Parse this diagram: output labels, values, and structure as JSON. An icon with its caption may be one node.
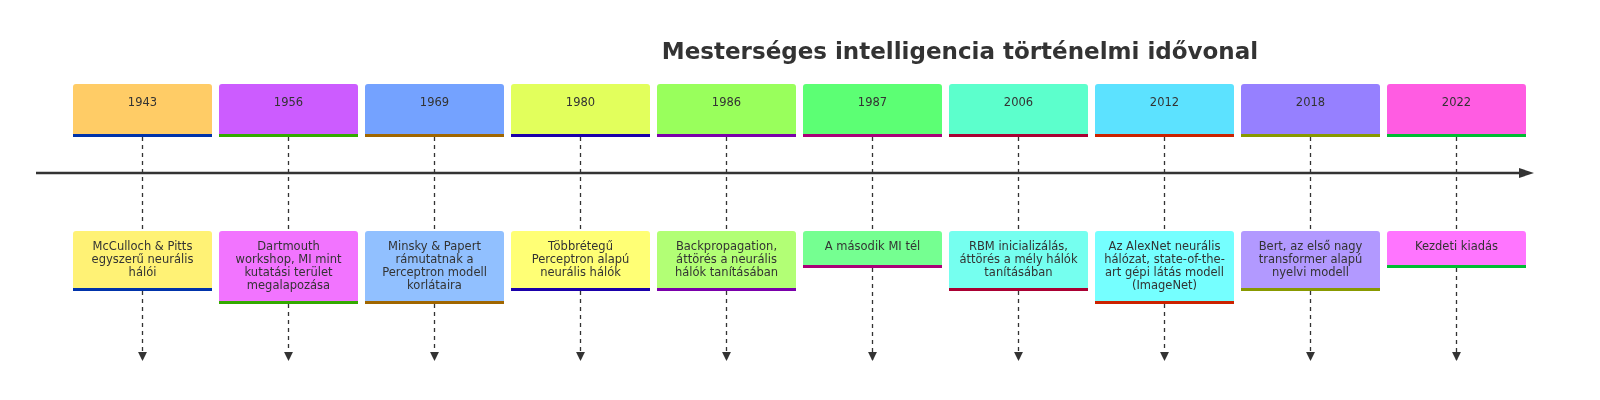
{
  "diagram": {
    "title": "Mesterséges intelligencia történelmi idővonal",
    "nodes": [
      {
        "text": [
          "1943"
        ]
      },
      {
        "text": [
          "1956"
        ]
      },
      {
        "text": [
          "1969"
        ]
      },
      {
        "text": [
          "1980"
        ]
      },
      {
        "text": [
          "1986"
        ]
      },
      {
        "text": [
          "1987"
        ]
      },
      {
        "text": [
          "2006"
        ]
      },
      {
        "text": [
          "2012"
        ]
      },
      {
        "text": [
          "2018"
        ]
      },
      {
        "text": [
          "2022"
        ]
      },
      {
        "text": [
          "McCulloch & Pitts egyszerű neurális hálói"
        ]
      },
      {
        "text": [
          "Dartmouth workshop, MI mint kutatási terület megalapozása"
        ]
      },
      {
        "text": [
          "Minsky & Papert rámutatnak a Perceptron modell korlátaira"
        ]
      },
      {
        "text": [
          "Többrétegű Perceptron alapú neurális hálók"
        ]
      },
      {
        "text": [
          "Backpropagation, áttörés a neurális hálók tanításában"
        ]
      },
      {
        "text": [
          "A második MI tél"
        ]
      },
      {
        "text": [
          "RBM inicializálás, áttörés a mély hálók tanításában"
        ]
      },
      {
        "text": [
          "Az AlexNet neurális hálózat, state-of-the-art gépi látás modell (ImageNet)"
        ]
      },
      {
        "text": [
          "Bert, az első nagy transformer alapú nyelvi modell"
        ]
      },
      {
        "text": [
          "Kezdeti kiadás"
        ]
      }
    ],
    "edges": [
      {
        "from": 0,
        "to": 10,
        "arrow": "none",
        "style": "dashed"
      },
      {
        "from": 1,
        "to": 11,
        "arrow": "none",
        "style": "dashed"
      },
      {
        "from": 2,
        "to": 12,
        "arrow": "none",
        "style": "dashed"
      },
      {
        "from": 3,
        "to": 13,
        "arrow": "none",
        "style": "dashed"
      },
      {
        "from": 4,
        "to": 14,
        "arrow": "none",
        "style": "dashed"
      },
      {
        "from": 5,
        "to": 15,
        "arrow": "none",
        "style": "dashed"
      },
      {
        "from": 6,
        "to": 16,
        "arrow": "none",
        "style": "dashed"
      },
      {
        "from": 7,
        "to": 17,
        "arrow": "none",
        "style": "dashed"
      },
      {
        "from": 8,
        "to": 18,
        "arrow": "none",
        "style": "dashed"
      },
      {
        "from": 9,
        "to": 19,
        "arrow": "none",
        "style": "dashed"
      },
      {
        "from": 10,
        "to": null,
        "arrow": "to",
        "style": "dashed"
      },
      {
        "from": 11,
        "to": null,
        "arrow": "to",
        "style": "dashed"
      },
      {
        "from": 12,
        "to": null,
        "arrow": "to",
        "style": "dashed"
      },
      {
        "from": 13,
        "to": null,
        "arrow": "to",
        "style": "dashed"
      },
      {
        "from": 14,
        "to": null,
        "arrow": "to",
        "style": "dashed"
      },
      {
        "from": 15,
        "to": null,
        "arrow": "to",
        "style": "dashed"
      },
      {
        "from": 16,
        "to": null,
        "arrow": "to",
        "style": "dashed"
      },
      {
        "from": 17,
        "to": null,
        "arrow": "to",
        "style": "dashed"
      },
      {
        "from": 18,
        "to": null,
        "arrow": "to",
        "style": "dashed"
      },
      {
        "from": 19,
        "to": null,
        "arrow": "to",
        "style": "dashed"
      }
    ]
  }
}
